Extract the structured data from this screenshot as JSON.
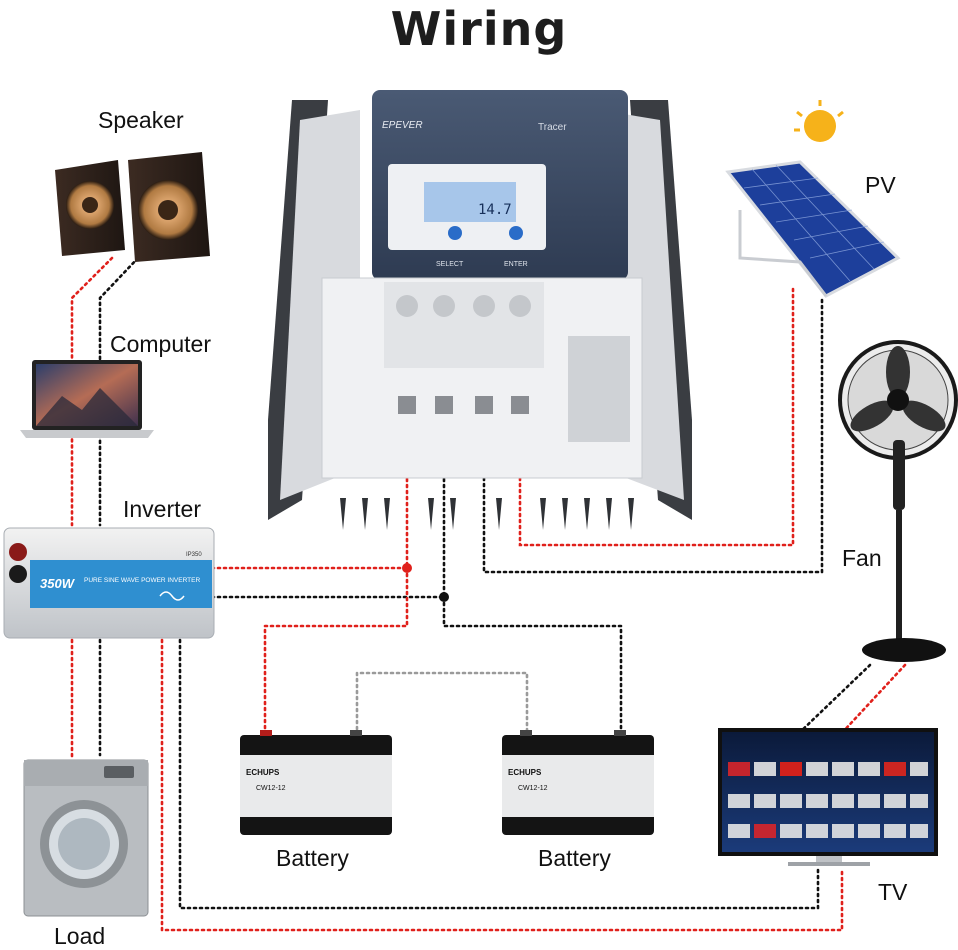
{
  "title": "Wiring",
  "labels": {
    "speaker": "Speaker",
    "computer": "Computer",
    "inverter": "Inverter",
    "pv": "PV",
    "fan": "Fan",
    "battery_left": "Battery",
    "battery_right": "Battery",
    "tv": "TV",
    "load": "Load"
  },
  "controller": {
    "brand": "EPEVER",
    "model": "Tracer",
    "lcd_reading": "14.7",
    "select_label": "SELECT",
    "enter_label": "ENTER"
  },
  "inverter_unit": {
    "power": "350W",
    "description": "PURE SINE WAVE POWER INVERTER",
    "model": "IP350"
  },
  "battery_unit": {
    "brand": "ECHUPS",
    "model": "CW12-12"
  },
  "colors": {
    "positive_wire": "#e0201b",
    "negative_wire": "#111111",
    "battery_link": "#9a9a9a",
    "controller_face": "#3a4a63",
    "inverter_blue": "#2f8fd0"
  }
}
